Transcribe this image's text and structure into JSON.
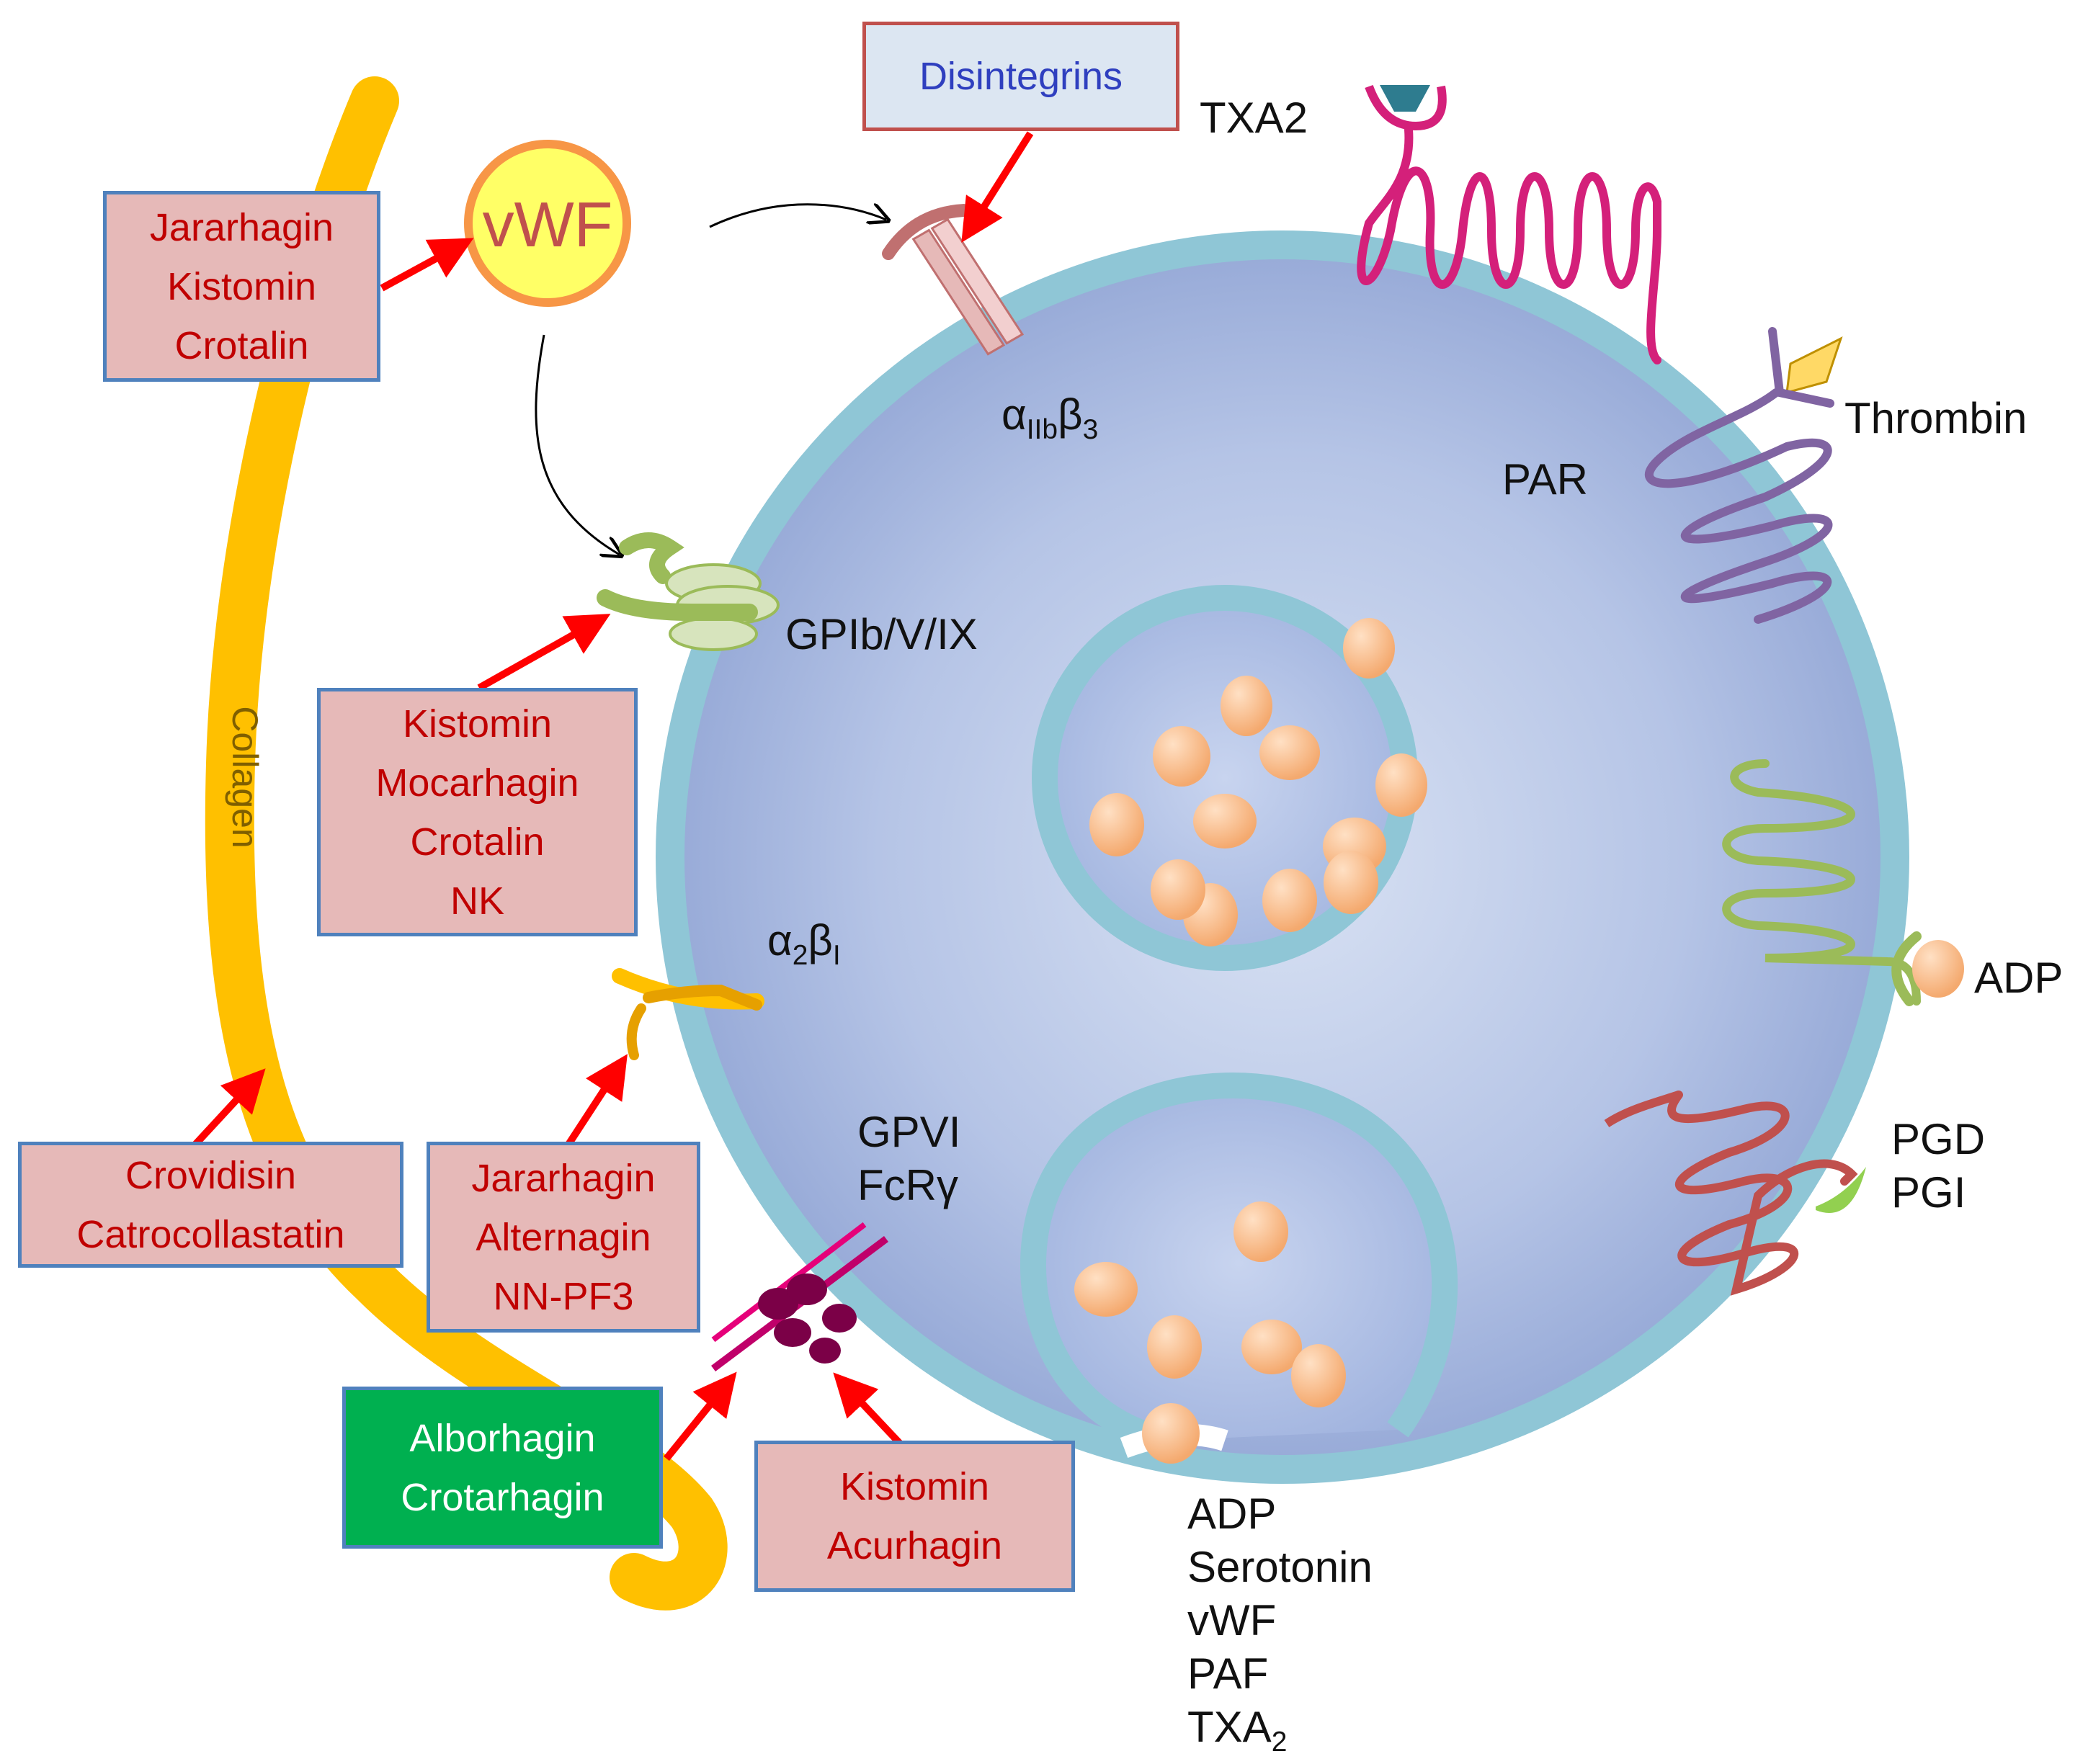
{
  "labels": {
    "vwf": "vWF",
    "collagen": "Collagen",
    "txa2_receptor": "TXA2",
    "thrombin": "Thrombin",
    "par": "PAR",
    "integrin_iib": {
      "base": "α",
      "sub1": "IIb",
      "mid": "β",
      "sub2": "3"
    },
    "gpib": "GPIb/V/IX",
    "integrin_21": {
      "base": "α",
      "sub1": "2",
      "mid": "β",
      "sub2": "I"
    },
    "gpvi": [
      "GPVI",
      "FcRγ"
    ],
    "adp_receptor": "ADP",
    "prostanoid": [
      "PGD",
      "PGI"
    ],
    "released": [
      "ADP",
      "Serotonin",
      "vWF",
      "PAF"
    ],
    "released_txa": {
      "base": "TXA",
      "sub": "2"
    }
  },
  "boxes": {
    "disintegrins": [
      "Disintegrins"
    ],
    "vwf_inhibitors": [
      "Jararhagin",
      "Kistomin",
      "Crotalin"
    ],
    "gpib_inhibitors": [
      "Kistomin",
      "Mocarhagin",
      "Crotalin",
      "NK"
    ],
    "collagen_inhibitors": [
      "Crovidisin",
      "Catrocollastatin"
    ],
    "a2b1_inhibitors": [
      "Jararhagin",
      "Alternagin",
      "NN-PF3"
    ],
    "gpvi_green": [
      "Alborhagin",
      "Crotarhagin"
    ],
    "gpvi_pink": [
      "Kistomin",
      "Acurhagin"
    ]
  },
  "colors": {
    "box_fill": "#e6b9b8",
    "box_border": "#4f81bd",
    "box_text": "#c00000",
    "green_box": "#00b050",
    "arrow": "#ff0000",
    "collagen": "#ffc000",
    "cell": "#9fb0db",
    "membrane": "#8fc6d6"
  }
}
